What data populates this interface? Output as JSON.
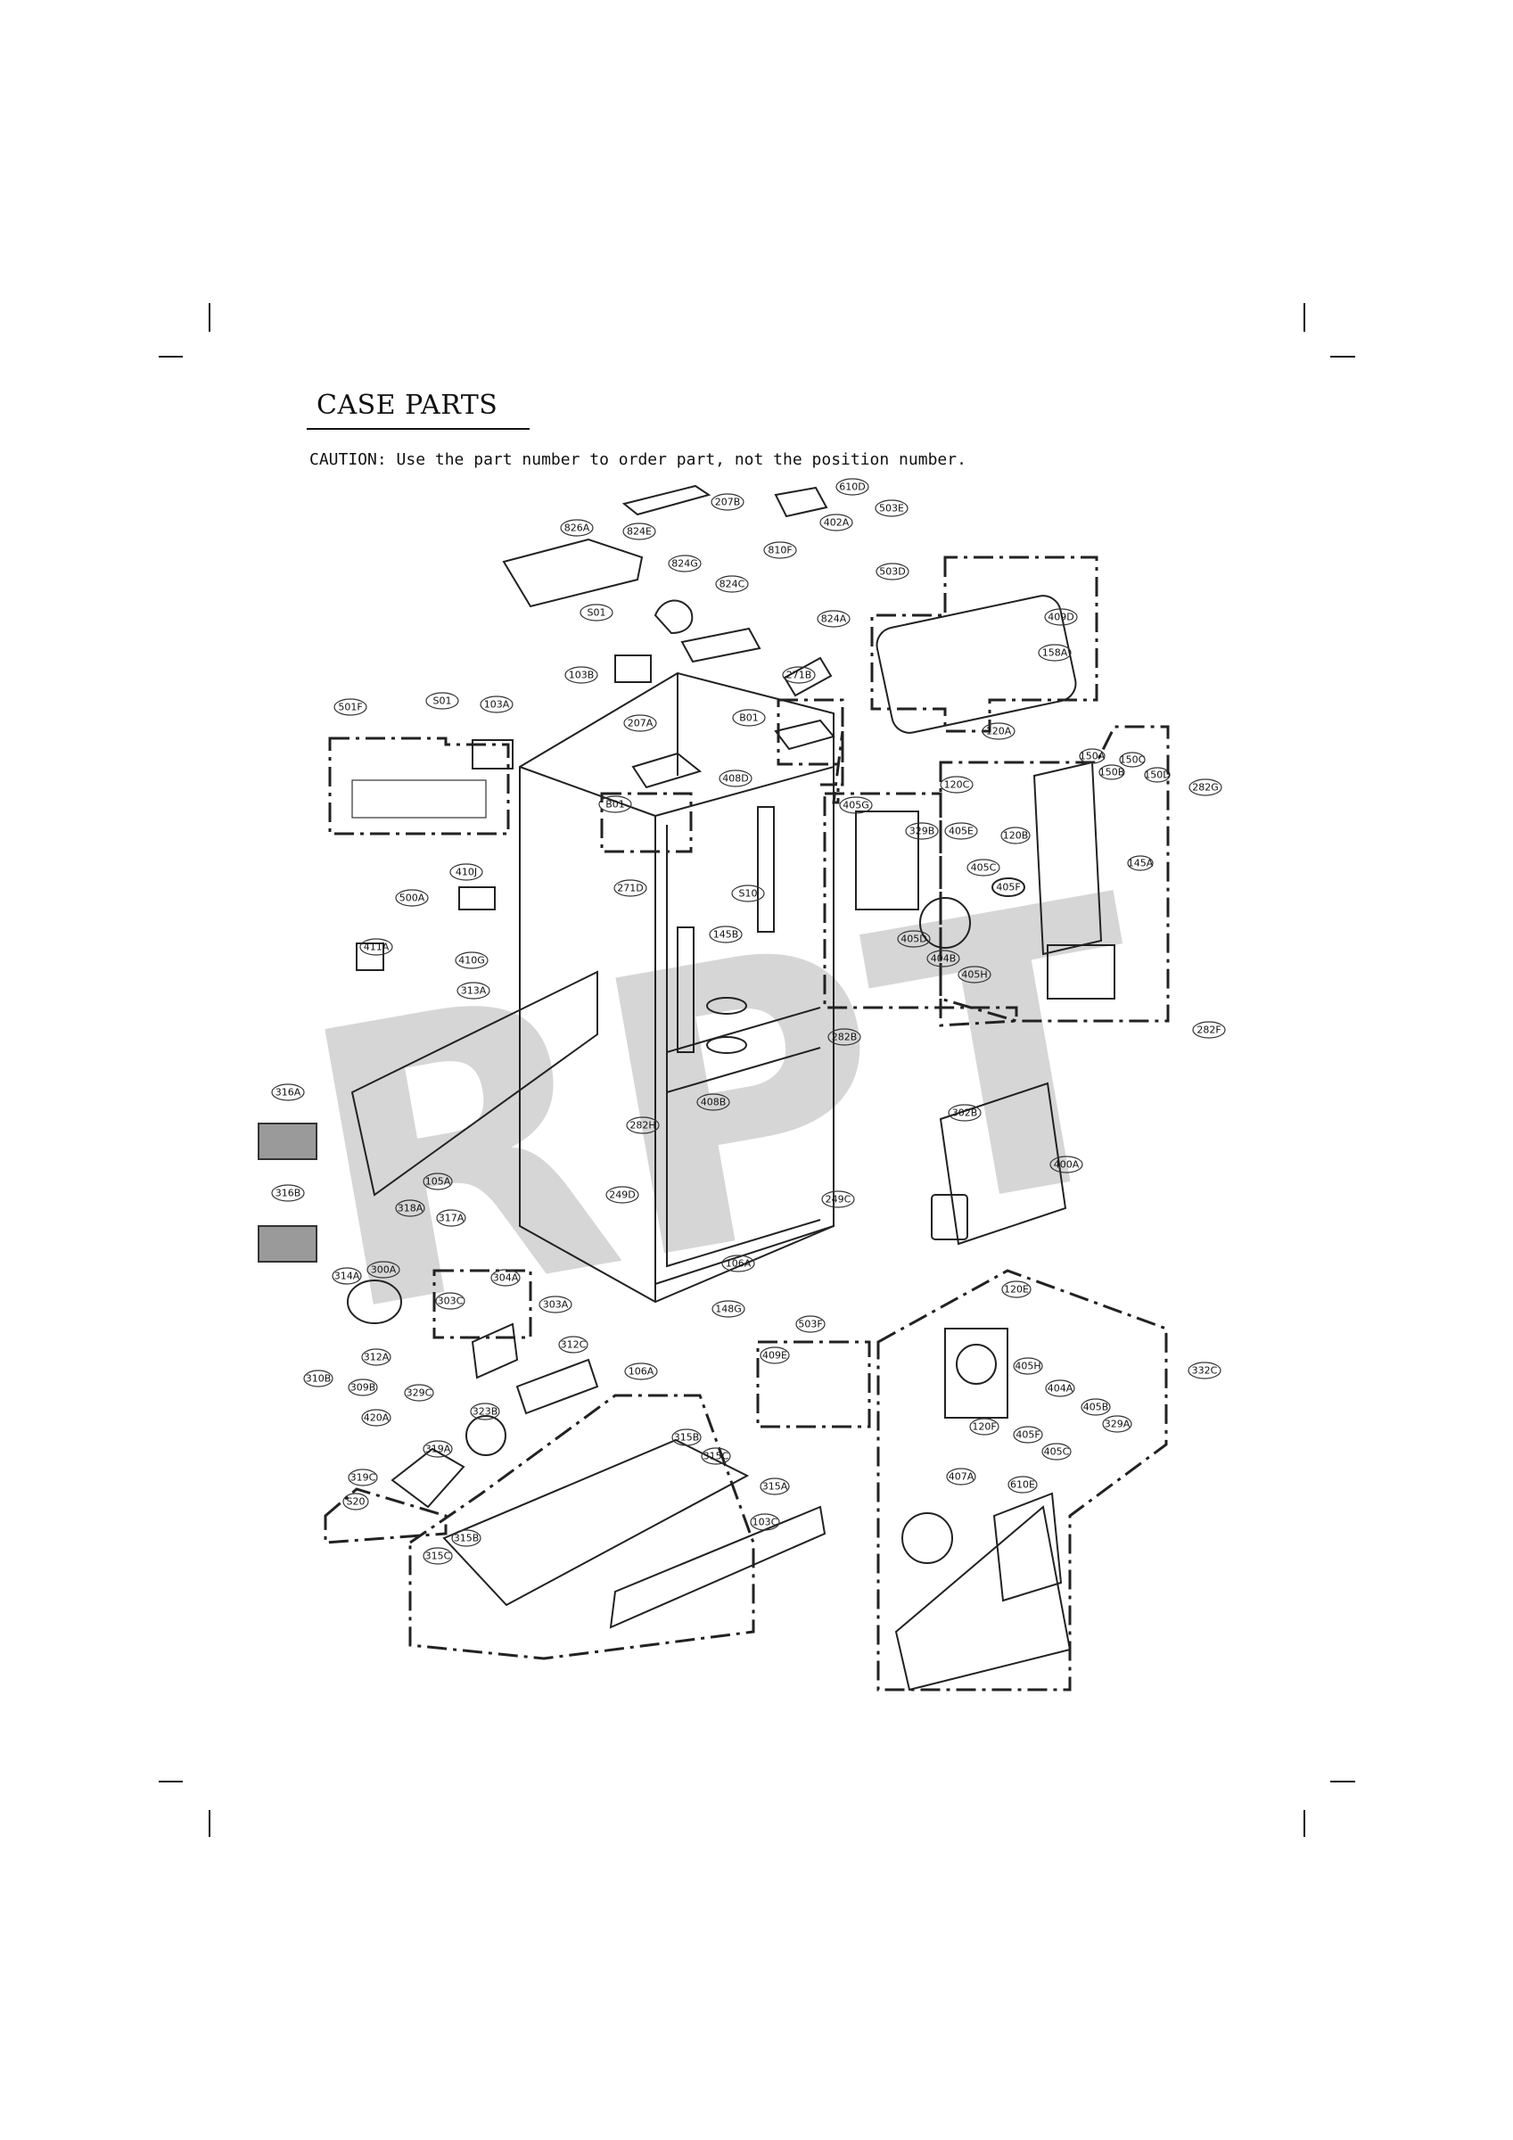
{
  "title": "CASE PARTS",
  "caution": "CAUTION: Use the part number to order part, not the position number.",
  "watermark": "RPT",
  "colors": {
    "line": "#222222",
    "swatch": "#9a9a9a",
    "watermark": "#d6d6d6"
  },
  "labels": [
    "610D",
    "207B",
    "402A",
    "503E",
    "826A",
    "824E",
    "824G",
    "810F",
    "824C",
    "S01",
    "824A",
    "503D",
    "409D",
    "158A",
    "103B",
    "271B",
    "501F",
    "S01",
    "103A",
    "B01",
    "207A",
    "120A",
    "B01",
    "408D",
    "120C",
    "150A",
    "150B",
    "150C",
    "150D",
    "282G",
    "405G",
    "329B",
    "405E",
    "120B",
    "145A",
    "405C",
    "405F",
    "271D",
    "S10",
    "410J",
    "500A",
    "411A",
    "410G",
    "145B",
    "405D",
    "404B",
    "405H",
    "313A",
    "282F",
    "282B",
    "316A",
    "408B",
    "302B",
    "282H",
    "105A",
    "400A",
    "249D",
    "249C",
    "316B",
    "318A",
    "317A",
    "106A",
    "314A",
    "300A",
    "304A",
    "303C",
    "303A",
    "148G",
    "503F",
    "120E",
    "312C",
    "409E",
    "106A",
    "332C",
    "312A",
    "310B",
    "309B",
    "329C",
    "323B",
    "405H",
    "404A",
    "405B",
    "420A",
    "329A",
    "120F",
    "405F",
    "405C",
    "315B",
    "319A",
    "315C",
    "319C",
    "315A",
    "407A",
    "610E",
    "S20",
    "103C",
    "315B",
    "315C"
  ]
}
